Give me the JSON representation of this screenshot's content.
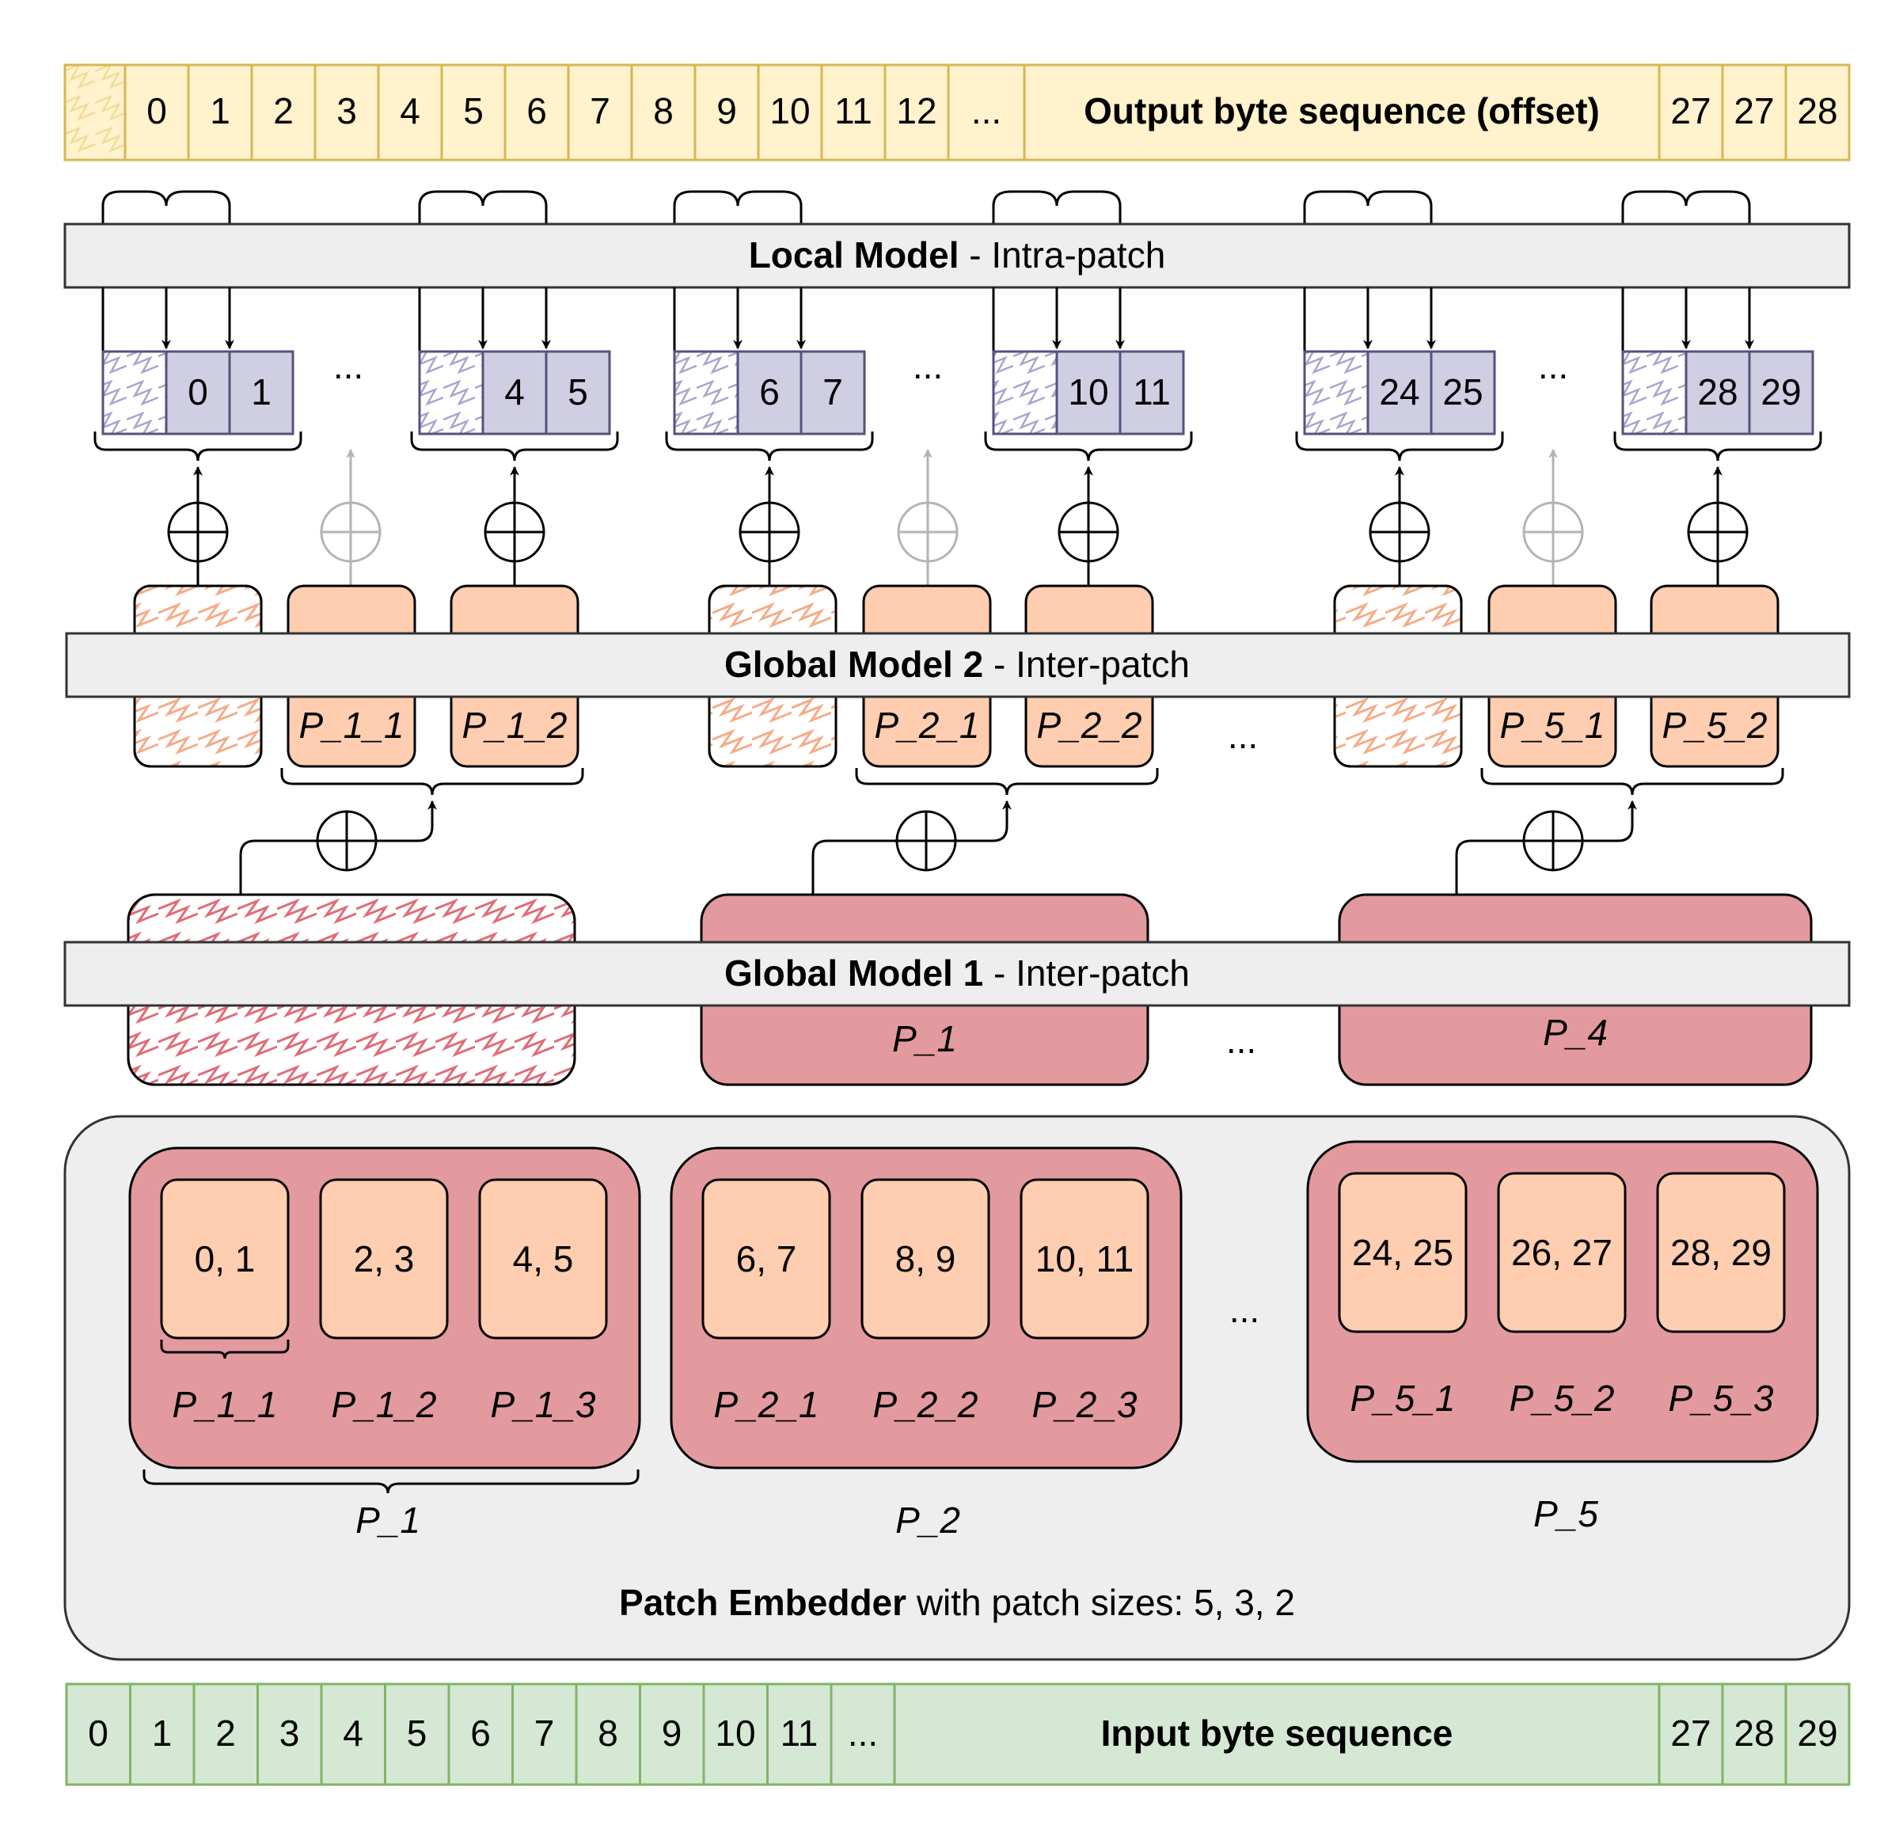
{
  "output_sequence": {
    "label": "Output byte sequence (offset)",
    "cells_left": [
      "0",
      "1",
      "2",
      "3",
      "4",
      "5",
      "6",
      "7",
      "8",
      "9",
      "10",
      "11",
      "12",
      "..."
    ],
    "cells_right": [
      "27",
      "27",
      "28"
    ]
  },
  "local_model": {
    "title": "Local Model",
    "suffix": " - Intra-patch"
  },
  "local_groups": [
    {
      "bytes": [
        "0",
        "1"
      ]
    },
    {
      "bytes": [
        "4",
        "5"
      ]
    },
    {
      "bytes": [
        "6",
        "7"
      ]
    },
    {
      "bytes": [
        "10",
        "11"
      ]
    },
    {
      "bytes": [
        "24",
        "25"
      ]
    },
    {
      "bytes": [
        "28",
        "29"
      ]
    }
  ],
  "ellipsis": "...",
  "global_model_2": {
    "title": "Global Model 2",
    "suffix": " - Inter-patch"
  },
  "global2_labels": [
    "P_1_1",
    "P_1_2",
    "P_2_1",
    "P_2_2",
    "P_5_1",
    "P_5_2"
  ],
  "global_model_1": {
    "title": "Global Model 1",
    "suffix": " - Inter-patch"
  },
  "global1_labels": [
    "P_1",
    "P_4"
  ],
  "patch_embedder": {
    "title": "Patch Embedder",
    "suffix": " with patch sizes: 5, 3, 2",
    "groups": [
      {
        "label": "P_1",
        "subpatches": [
          {
            "bytes": "0, 1",
            "label": "P_1_1"
          },
          {
            "bytes": "2, 3",
            "label": "P_1_2"
          },
          {
            "bytes": "4, 5",
            "label": "P_1_3"
          }
        ]
      },
      {
        "label": "P_2",
        "subpatches": [
          {
            "bytes": "6, 7",
            "label": "P_2_1"
          },
          {
            "bytes": "8, 9",
            "label": "P_2_2"
          },
          {
            "bytes": "10, 11",
            "label": "P_2_3"
          }
        ]
      },
      {
        "label": "P_5",
        "subpatches": [
          {
            "bytes": "24, 25",
            "label": "P_5_1"
          },
          {
            "bytes": "26, 27",
            "label": "P_5_2"
          },
          {
            "bytes": "28, 29",
            "label": "P_5_3"
          }
        ]
      }
    ]
  },
  "input_sequence": {
    "label": "Input byte sequence",
    "cells_left": [
      "0",
      "1",
      "2",
      "3",
      "4",
      "5",
      "6",
      "7",
      "8",
      "9",
      "10",
      "11",
      "..."
    ],
    "cells_right": [
      "27",
      "28",
      "29"
    ]
  },
  "colors": {
    "output_fill": "#fff2cc",
    "output_stroke": "#d6b656",
    "input_fill": "#d5e8d4",
    "input_stroke": "#82b366",
    "purple_fill": "#d0cee2",
    "purple_stroke": "#56517e",
    "peach_fill": "#ffcdb0",
    "salmon_fill": "#e39a9e",
    "bar_fill": "#eeeeee",
    "grey": "#b3b3b3"
  }
}
